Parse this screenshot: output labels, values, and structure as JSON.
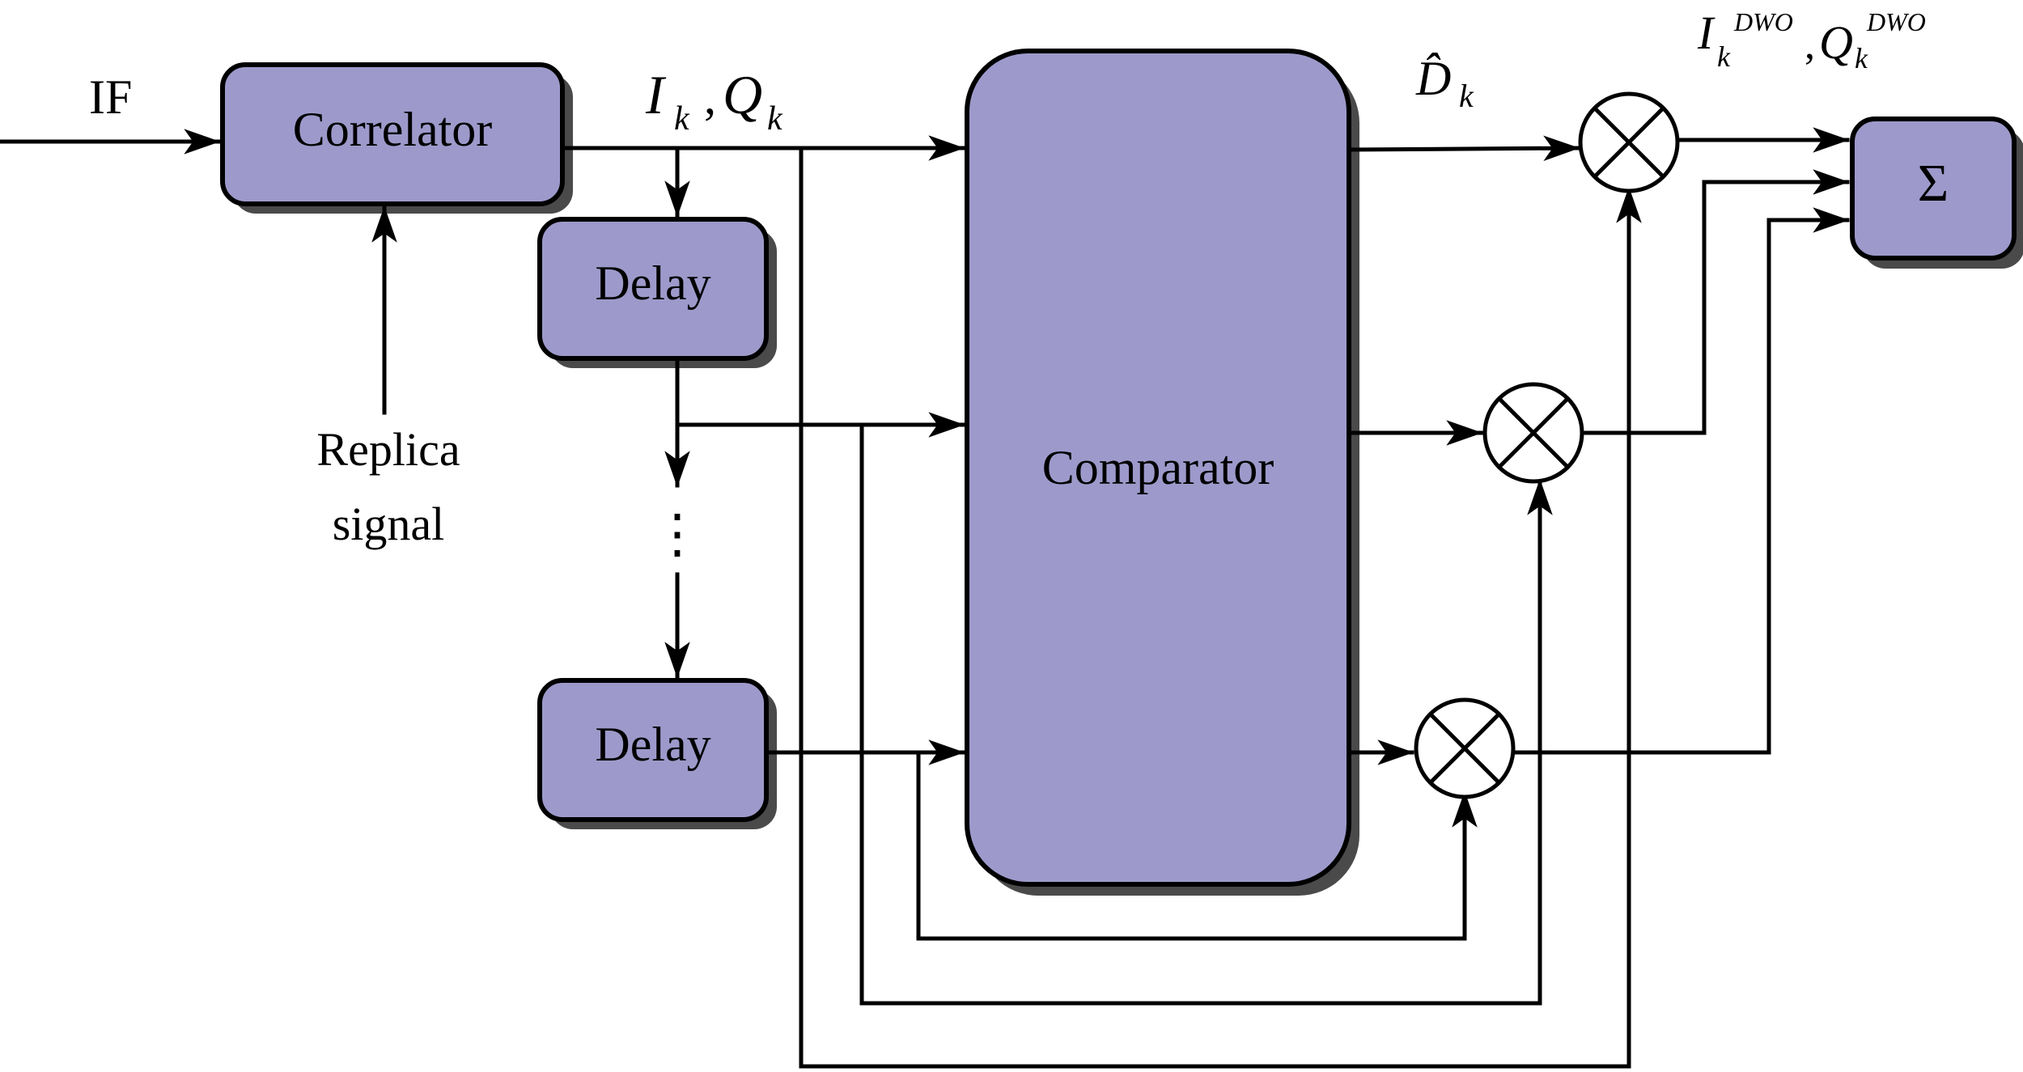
{
  "blocks": {
    "correlator": "Correlator",
    "delay_1": "Delay",
    "delay_2": "Delay",
    "comparator": "Comparator",
    "summer": "Σ"
  },
  "labels": {
    "if_input": "IF",
    "replica_line1": "Replica",
    "replica_line2": "signal",
    "ellipsis": "⋮",
    "iq_I": "I",
    "iq_k1": "k",
    "iq_comma": ",",
    "iq_Q": "Q",
    "iq_k2": "k",
    "d_hat": "D̂",
    "d_k": "k",
    "out_I": "I",
    "out_k1": "k",
    "out_dwo1": "DWO",
    "out_comma": ",",
    "out_Q": "Q",
    "out_k2": "k",
    "out_dwo2": "DWO"
  },
  "colors": {
    "block_fill": "#9d9acb",
    "line": "#000000",
    "background": "#ffffff"
  }
}
